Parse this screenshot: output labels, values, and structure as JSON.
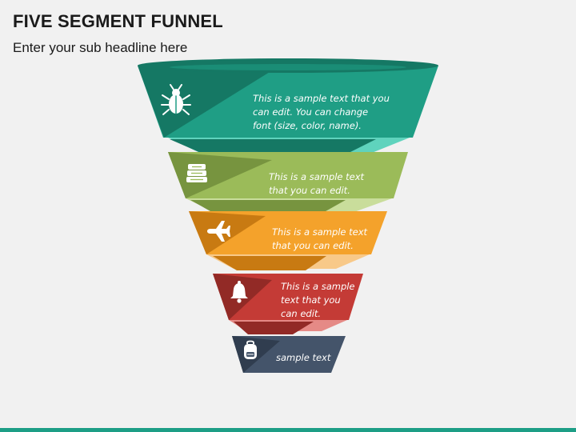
{
  "header": {
    "title": "FIVE SEGMENT FUNNEL",
    "subtitle": "Enter your sub headline here"
  },
  "segments": [
    {
      "icon": "bug-icon",
      "lines": [
        "This is a sample text that you",
        "can edit. You can change",
        "font (size, color, name)."
      ],
      "color": "#1f9e85",
      "dark": "#157864",
      "light": "#5fd3bd"
    },
    {
      "icon": "books-icon",
      "lines": [
        "This is a sample text",
        "that you can edit."
      ],
      "color": "#9bbb59",
      "dark": "#77943f",
      "light": "#c9dd9b"
    },
    {
      "icon": "airplane-icon",
      "lines": [
        "This is a sample text",
        "that you can edit."
      ],
      "color": "#f4a22b",
      "dark": "#c87a12",
      "light": "#f8c989"
    },
    {
      "icon": "bell-icon",
      "lines": [
        "This is a sample",
        "text that you",
        "can edit."
      ],
      "color": "#c43b36",
      "dark": "#922a26",
      "light": "#e58a86"
    },
    {
      "icon": "backpack-icon",
      "lines": [
        "sample text"
      ],
      "color": "#44546a",
      "dark": "#303d4f",
      "light": "#7f8ea3"
    }
  ]
}
